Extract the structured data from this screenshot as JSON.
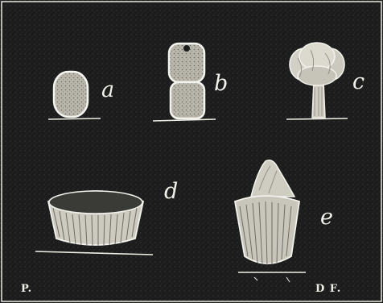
{
  "figure": {
    "labels": [
      "a",
      "b",
      "c",
      "d",
      "e"
    ],
    "signature_left": "P.",
    "signature_right": "D F."
  }
}
